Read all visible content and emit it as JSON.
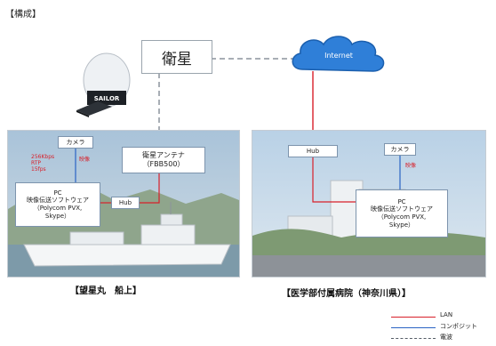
{
  "header": "【構成】",
  "satellite": {
    "label": "衛星",
    "logo_text": "SAILOR"
  },
  "internet": {
    "label": "Internet"
  },
  "ship": {
    "camera": "カメラ",
    "stream_info": [
      "256Kbps",
      "RTP",
      "15fps"
    ],
    "video_label": "映像",
    "pc_lines": [
      "PC",
      "映像伝送ソフトウェア",
      "（Polycom PVX,",
      "Skype）"
    ],
    "hub": "Hub",
    "antenna_lines": [
      "衛星アンテナ",
      "（FBB500）"
    ],
    "caption": "【望星丸　船上】"
  },
  "hospital": {
    "hub": "Hub",
    "camera": "カメラ",
    "video_label": "映像",
    "pc_lines": [
      "PC",
      "映像伝送ソフトウェア",
      "（Polycom PVX,",
      "Skype）"
    ],
    "caption": "【医学部付属病院（神奈川県）】"
  },
  "legend": [
    {
      "label": "LAN",
      "color": "#d8202a",
      "style": "solid"
    },
    {
      "label": "コンポジット",
      "color": "#2a63c4",
      "style": "solid"
    },
    {
      "label": "電波",
      "color": "#555c66",
      "style": "dashed"
    }
  ]
}
